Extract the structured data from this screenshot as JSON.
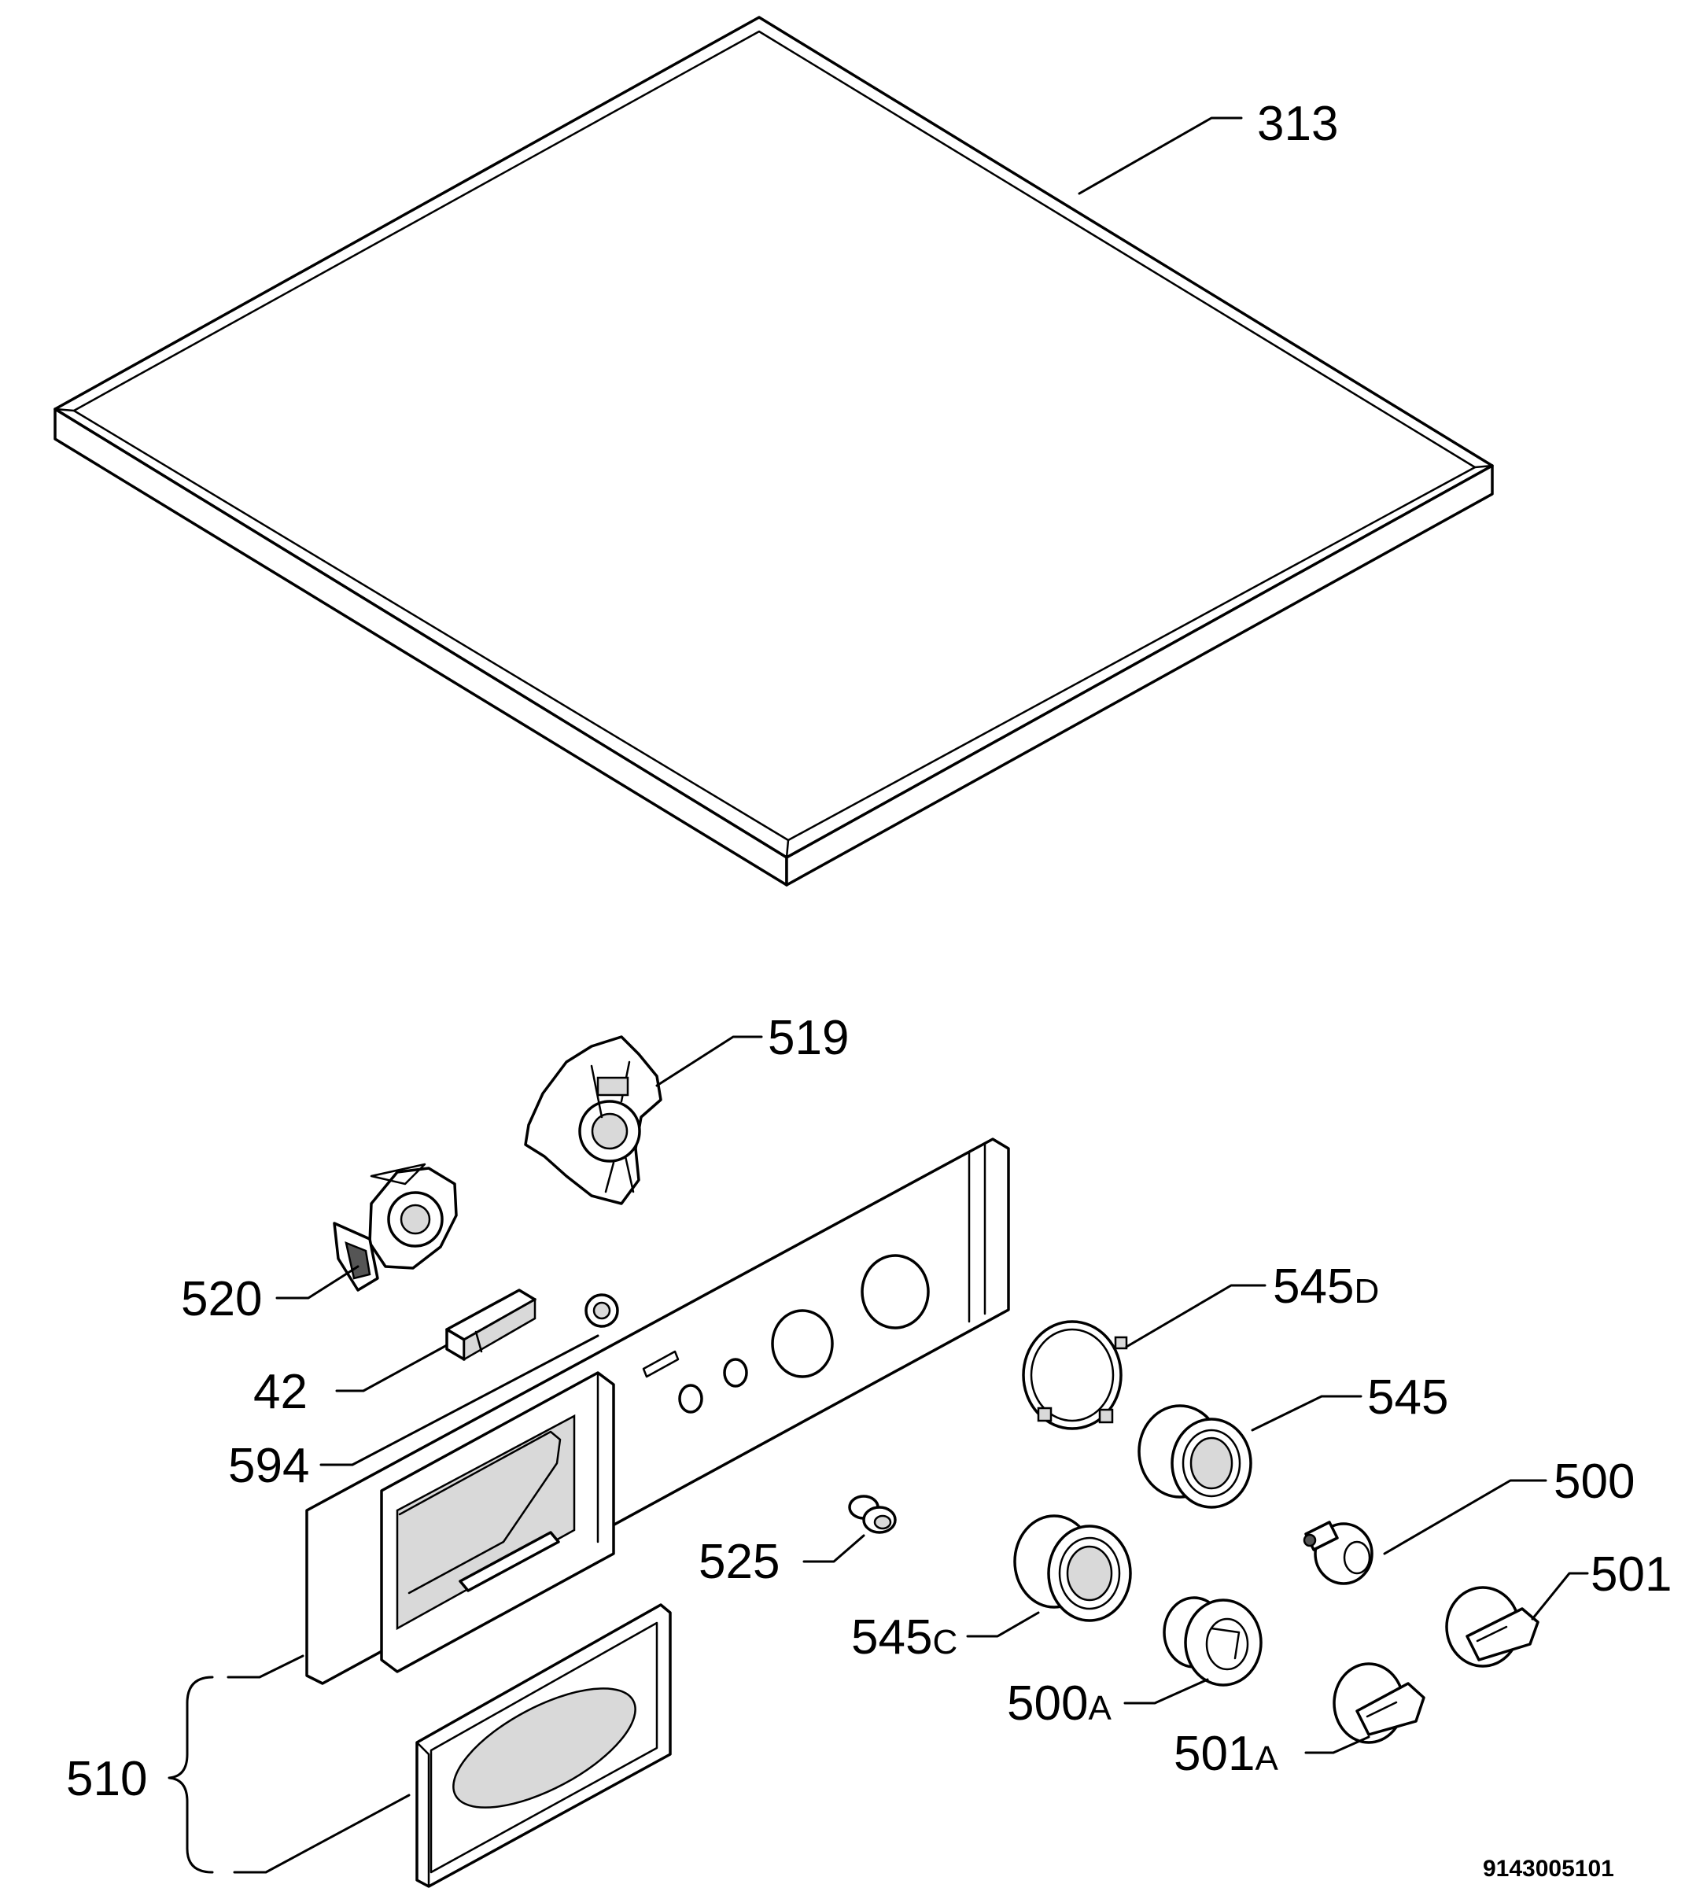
{
  "labels": {
    "p313": "313",
    "p519": "519",
    "p520": "520",
    "p42": "42",
    "p594": "594",
    "p545d_num": "545",
    "p545d_suffix": "D",
    "p545": "545",
    "p500": "500",
    "p501": "501",
    "p525": "525",
    "p545c_num": "545",
    "p545c_suffix": "C",
    "p500a_num": "500",
    "p500a_suffix": "A",
    "p501a_num": "501",
    "p501a_suffix": "A",
    "p510": "510"
  },
  "drawing_code": "9143005101"
}
